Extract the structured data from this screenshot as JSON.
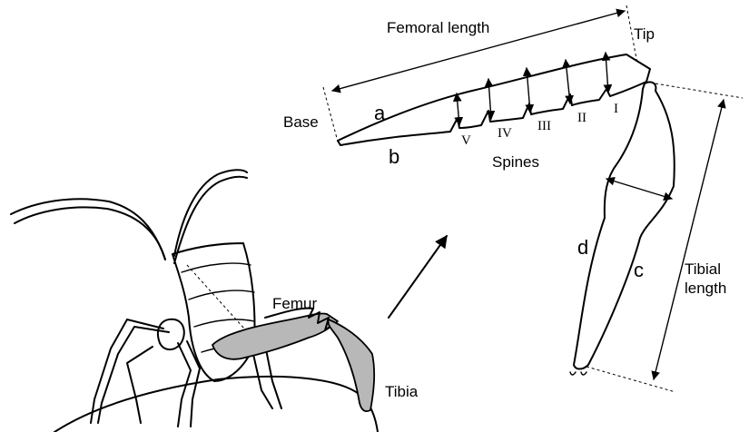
{
  "labels": {
    "femoral_length": "Femoral length",
    "tip": "Tip",
    "base": "Base",
    "a": "a",
    "b": "b",
    "spines": "Spines",
    "spine_numerals": [
      "V",
      "IV",
      "III",
      "II",
      "I"
    ],
    "c": "c",
    "d": "d",
    "tibial_length_line1": "Tibial",
    "tibial_length_line2": "length",
    "femur": "Femur",
    "tibia": "Tibia"
  }
}
